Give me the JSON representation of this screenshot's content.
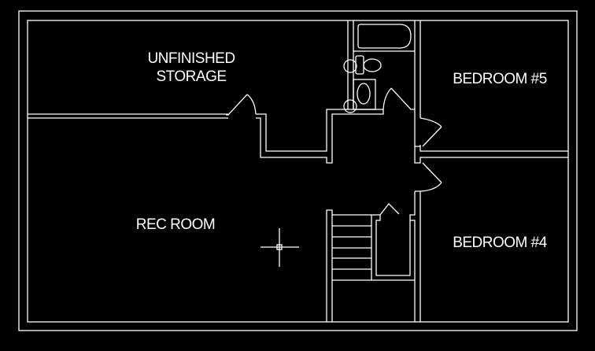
{
  "drawing": {
    "background_color": "#000000",
    "line_color": "#ffffff",
    "rooms": {
      "storage_line1": "UNFINISHED",
      "storage_line2": "STORAGE",
      "bedroom5": "BEDROOM #5",
      "rec_room": "REC ROOM",
      "bedroom4": "BEDROOM #4"
    },
    "cursor": "crosshair-icon"
  }
}
